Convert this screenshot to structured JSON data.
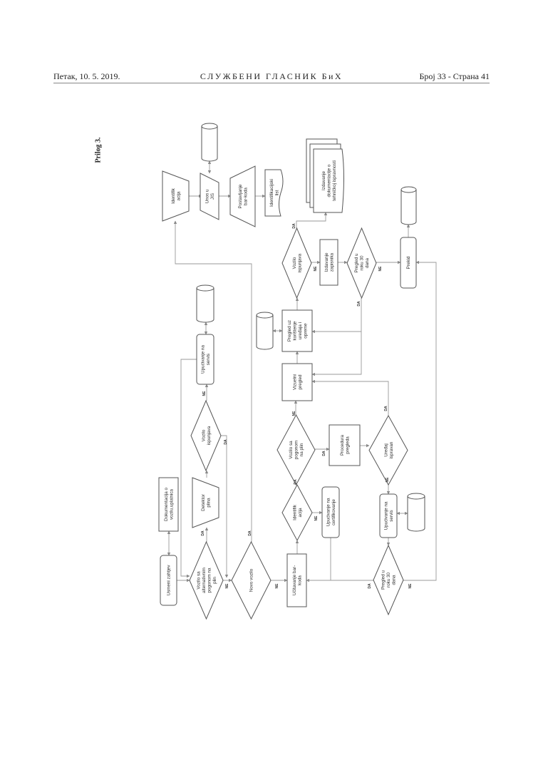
{
  "header": {
    "date": "Петак, 10. 5. 2019.",
    "publication": "СЛУЖБЕНИ ГЛАСНИК БиХ",
    "issue_page": "Број 33 - Страна 41"
  },
  "annex_title": "Prilog 3.",
  "flowchart": {
    "nodes": {
      "usmeni": [
        "Usmeni zahtjev"
      ],
      "dokumentacija": [
        "Dokumentacija o",
        "vozilu,uplatnica"
      ],
      "vozilo_alt": [
        "Vozilo sa",
        "alternativnim",
        "pogonom na",
        "plin"
      ],
      "detektor": [
        "Detektor",
        "plina"
      ],
      "vozilo_isp1": [
        "Vozilo",
        "ispunjava"
      ],
      "upuc_servis1": [
        "Upućivanje na",
        "servis"
      ],
      "novo_vozilo": [
        "Novo vozilo"
      ],
      "identif_trap": [
        "Identifik",
        "acija"
      ],
      "unos": [
        "Unos u",
        "JIS"
      ],
      "postavljanje": [
        "Postavljanje",
        "bar-koda"
      ],
      "ident_list": [
        "Identifikacijski",
        "list"
      ],
      "izdavanje_dok": [
        "Izdavanje",
        "dokumentacije o",
        "tehničkoj ispravnosti"
      ],
      "vozilo_isp2": [
        "Vozilo",
        "ispunjava"
      ],
      "izdavanje_zap": [
        "Izdavanje",
        "zapisnika"
      ],
      "pregled30_top": [
        "Pregled u",
        "roku 30",
        "dana"
      ],
      "prekid": [
        "Prekid"
      ],
      "pregled_uz": [
        "Pregled uz",
        "korištenje",
        "uređaja i",
        "opreme"
      ],
      "vizuelni": [
        "Vizuelni",
        "pregled"
      ],
      "vozilo_pogon": [
        "Vozilo sa",
        "pogonom",
        "na plin"
      ],
      "procedura": [
        "Procedura",
        "pregleda"
      ],
      "uredjaj": [
        "Uređaj",
        "ispravan"
      ],
      "ucitavanje": [
        "Učitavanje bar-",
        "koda"
      ],
      "identif_dia": [
        "Identifik",
        "acija"
      ],
      "upuc_cert": [
        "Upućivanje na",
        "certifikovanje"
      ],
      "upuc_servis2": [
        "Upućivanje na",
        "servis"
      ],
      "pregled30_bot": [
        "Pregled u",
        "roku 30",
        "dana"
      ]
    },
    "yes": "DA",
    "no": "NE"
  }
}
